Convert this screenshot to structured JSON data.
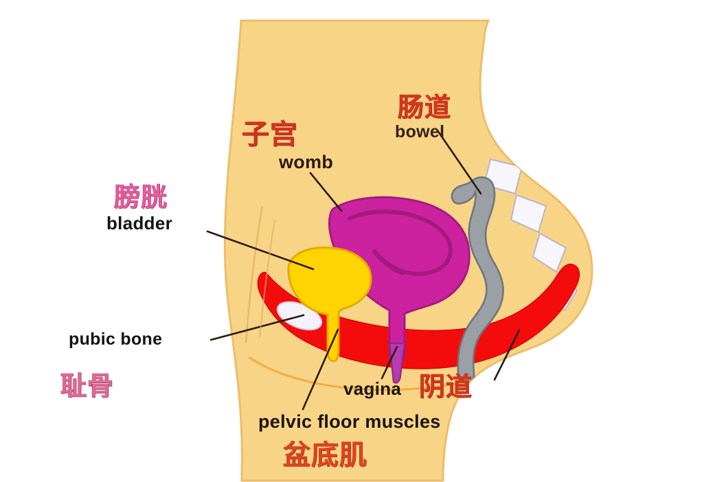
{
  "diagram": {
    "title": "Female pelvic anatomy (sagittal section)",
    "background_color": "#ffffff",
    "body_fill": "#f8d486",
    "body_outline": "#e8b45c",
    "labels": [
      {
        "id": "womb",
        "chinese": "子宫",
        "english": "womb",
        "chinese_color": "#d1341f",
        "english_color": "#2b1a10",
        "organ_color": "#cc22a0"
      },
      {
        "id": "bowel",
        "chinese": "肠道",
        "english": "bowel",
        "chinese_color": "#d8351d",
        "english_color": "#33211a",
        "organ_color": "#9aa0a6"
      },
      {
        "id": "bladder",
        "chinese": "膀胱",
        "english": "bladder",
        "chinese_color": "#e45c9c",
        "english_color": "#141414",
        "organ_color": "#ffd400"
      },
      {
        "id": "pubic-bone",
        "chinese": "耻骨",
        "english": "pubic bone",
        "chinese_color": "#e06a96",
        "english_color": "#141414",
        "organ_color": "#f2f0fa"
      },
      {
        "id": "vagina",
        "chinese": "阴道",
        "english": "vagina",
        "chinese_color": "#d8351d",
        "english_color": "#1b1410",
        "organ_color": "#b93bb0"
      },
      {
        "id": "pelvic-floor-muscles",
        "chinese": "盆底肌",
        "english": "pelvic floor muscles",
        "chinese_color": "#dd4420",
        "english_color": "#1b1410",
        "organ_color": "#f40c0c"
      }
    ],
    "organs": [
      {
        "name": "womb",
        "color": "#cc22a0"
      },
      {
        "name": "bladder",
        "color": "#ffd400"
      },
      {
        "name": "bowel",
        "color": "#9aa0a6"
      },
      {
        "name": "pelvic floor muscle",
        "color": "#f40c0c"
      },
      {
        "name": "pubic bone",
        "color": "#f2f0fa"
      },
      {
        "name": "sacrum vertebrae",
        "color": "#f4f3fb"
      },
      {
        "name": "vagina",
        "color": "#b93bb0"
      }
    ]
  }
}
